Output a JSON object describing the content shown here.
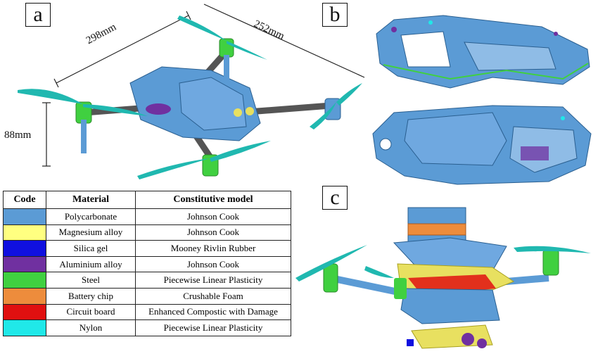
{
  "panels": {
    "a": "a",
    "b": "b",
    "c": "c"
  },
  "dimensions": {
    "width": "298mm",
    "depth": "252mm",
    "height": "88mm"
  },
  "table": {
    "headers": {
      "code": "Code",
      "material": "Material",
      "model": "Constitutive model"
    },
    "rows": [
      {
        "color": "#5b9bd5",
        "material": "Polycarbonate",
        "model": "Johnson Cook"
      },
      {
        "color": "#ffff80",
        "material": "Magnesium alloy",
        "model": "Johnson Cook"
      },
      {
        "color": "#1010e0",
        "material": "Silica gel",
        "model": "Mooney Rivlin Rubber"
      },
      {
        "color": "#7030a0",
        "material": "Aluminium alloy",
        "model": "Johnson Cook"
      },
      {
        "color": "#40d040",
        "material": "Steel",
        "model": "Piecewise Linear Plasticity"
      },
      {
        "color": "#ed8c3c",
        "material": "Battery chip",
        "model": "Crushable Foam"
      },
      {
        "color": "#e01010",
        "material": "Circuit board",
        "model": "Enhanced Compostic with Damage"
      },
      {
        "color": "#20e8e8",
        "material": "Nylon",
        "model": "Piecewise Linear Plasticity"
      }
    ]
  }
}
